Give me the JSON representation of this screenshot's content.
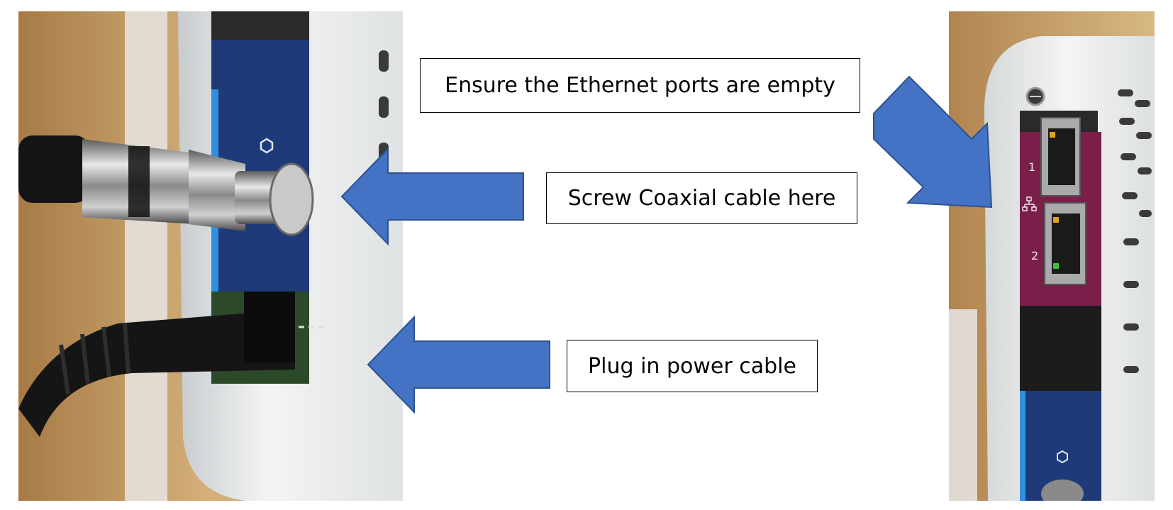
{
  "callouts": {
    "ethernet": "Ensure the Ethernet ports are empty",
    "coaxial": "Screw Coaxial cable here",
    "power": "Plug in power cable"
  },
  "ports": {
    "port_1": "1",
    "port_2": "2"
  },
  "colors": {
    "arrow": "#4472c4",
    "arrow_stroke": "#2f528f",
    "panel_blue": "#1f3a78",
    "port_panel": "#7a1f4a",
    "wall_wood": "#c9a36a",
    "device_white": "#eceeee"
  },
  "icons": {
    "coax_port": "hexagon-icon",
    "ethernet": "network-icon"
  }
}
